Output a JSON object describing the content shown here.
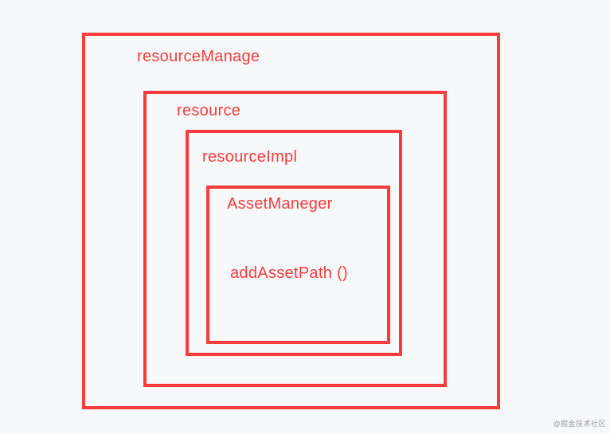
{
  "diagram": {
    "background_color": "#f7f8fa",
    "accent_color": "#f93b3b",
    "boxes": {
      "resource_manage": {
        "label": "resourceManage"
      },
      "resource": {
        "label": "resource"
      },
      "resource_impl": {
        "label": "resourceImpl"
      },
      "asset_manager": {
        "label": "AssetManeger",
        "method": "addAssetPath ()"
      }
    }
  },
  "watermark": {
    "text": "@掘金技术社区"
  }
}
